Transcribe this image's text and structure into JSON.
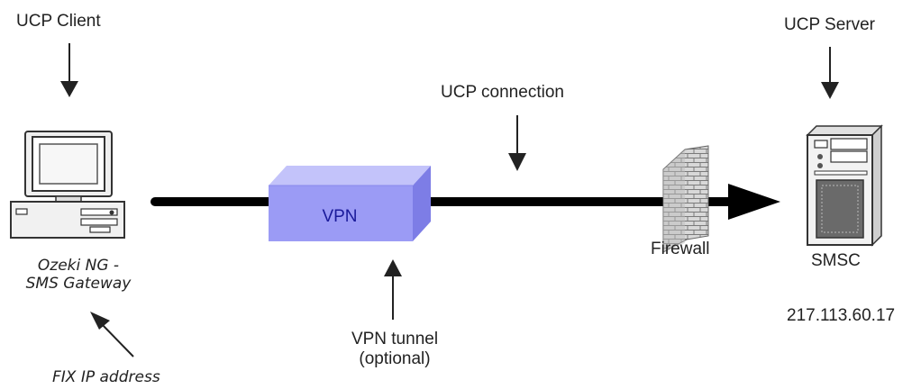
{
  "labels": {
    "ucp_client": "UCP Client",
    "ucp_server": "UCP Server",
    "ucp_connection": "UCP connection",
    "vpn_box": "VPN",
    "firewall": "Firewall",
    "smsc": "SMSC",
    "server_ip": "217.113.60.17",
    "gateway_line1": "Ozeki NG -",
    "gateway_line2": "SMS Gateway",
    "vpn_tunnel_line1": "VPN tunnel",
    "vpn_tunnel_line2": "(optional)",
    "fix_ip": "FIX IP address"
  },
  "colors": {
    "vpn_front": "#9b9bf5",
    "vpn_top": "#c3c3fa",
    "vpn_side": "#7d7de6",
    "vpn_text": "#1a1a9a",
    "line": "#000000",
    "firewall_brick": "#8a8a8a"
  },
  "icons": {
    "client": "desktop-computer-icon",
    "server": "server-tower-icon",
    "firewall": "brick-wall-icon"
  }
}
